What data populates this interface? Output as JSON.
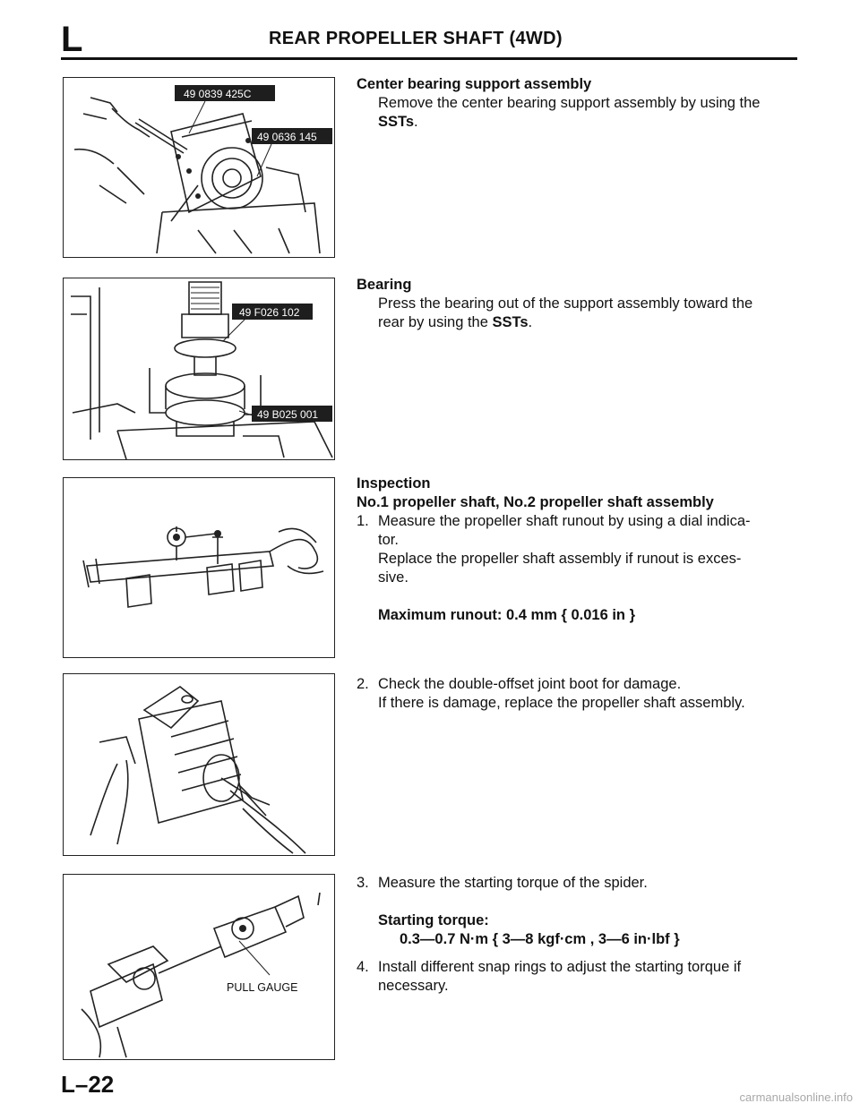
{
  "header": {
    "section_letter": "L",
    "title": "REAR PROPELLER SHAFT (4WD)"
  },
  "figures": {
    "fig1": {
      "tags": [
        "49 0839 425C",
        "49 0636 145"
      ]
    },
    "fig2": {
      "tags": [
        "49 F026 102",
        "49 B025 001"
      ]
    },
    "fig5": {
      "label": "PULL GAUGE"
    }
  },
  "sections": {
    "center_bearing": {
      "heading": "Center bearing support assembly",
      "body_prefix": "Remove the center bearing support assembly by using the ",
      "body_bold": "SSTs",
      "body_suffix": "."
    },
    "bearing": {
      "heading": "Bearing",
      "body_prefix": "Press the bearing out of the support assembly toward the rear by using the ",
      "body_bold": "SSTs",
      "body_suffix": "."
    },
    "inspection": {
      "heading": "Inspection",
      "subheading": "No.1 propeller shaft, No.2 propeller shaft assembly",
      "step1_num": "1.",
      "step1_line1": "Measure the propeller shaft runout by using a dial indica-",
      "step1_line2": "tor.",
      "step1_line3": "Replace the propeller shaft assembly if runout is exces-",
      "step1_line4": "sive.",
      "spec": "Maximum runout: 0.4 mm { 0.016 in }"
    },
    "step2": {
      "num": "2.",
      "line1": "Check the double-offset joint boot for damage.",
      "line2": "If there is damage, replace the propeller shaft assembly."
    },
    "step3": {
      "num": "3.",
      "line1": "Measure the starting torque of the spider.",
      "spec_label": "Starting torque:",
      "spec_value": "0.3—0.7 N·m { 3—8 kgf·cm , 3—6 in·lbf }"
    },
    "step4": {
      "num": "4.",
      "line1": "Install different snap rings to adjust the starting torque if",
      "line2": "necessary."
    }
  },
  "footer": {
    "page_number": "L–22",
    "watermark": "carmanualsonline.info"
  }
}
